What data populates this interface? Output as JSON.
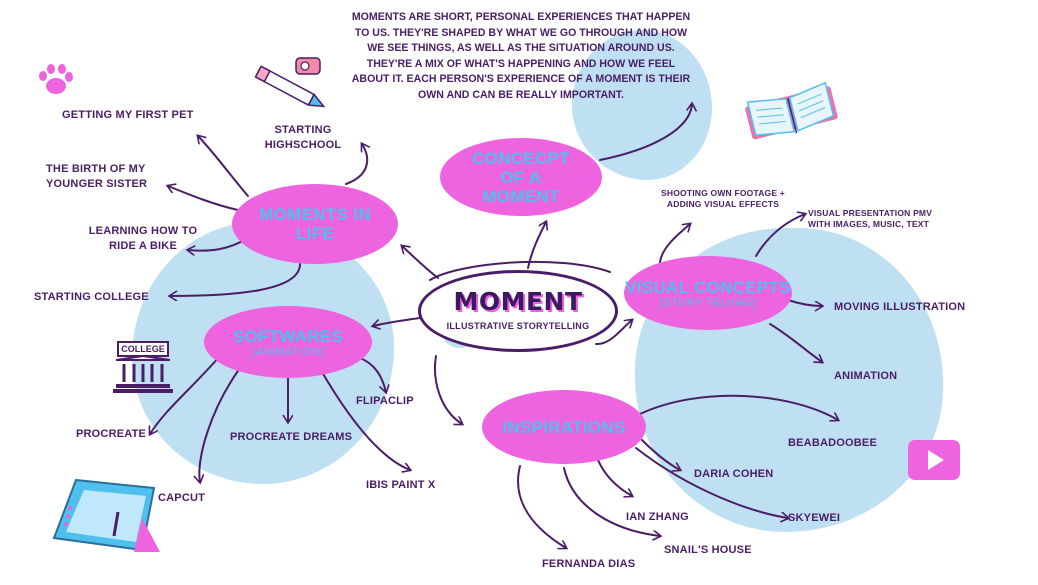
{
  "center": {
    "title": "MOMENT",
    "subtitle": "ILLUSTRATIVE STORYTELLING"
  },
  "intro_text": "MOMENTS ARE SHORT, PERSONAL EXPERIENCES THAT HAPPEN TO US. THEY'RE SHAPED BY WHAT WE GO THROUGH AND HOW WE SEE THINGS, AS WELL AS THE SITUATION AROUND US. THEY'RE A MIX OF WHAT'S HAPPENING AND HOW WE FEEL ABOUT IT. EACH PERSON'S EXPERIENCE OF A MOMENT IS THEIR OWN AND CAN BE REALLY IMPORTANT.",
  "nodes": {
    "concept": {
      "title": "CONCECPT OF A MOMENT"
    },
    "moments_in_life": {
      "title": "MOMENTS IN LIFE"
    },
    "softwares": {
      "title": "SOFTWARES",
      "subtitle": "[ANIMATION]"
    },
    "visual_concepts": {
      "title": "VISUAL CONCEPTS",
      "subtitle": "[STORY TELIING]"
    },
    "inspirations": {
      "title": "INSPIRATIONS"
    }
  },
  "moments_in_life": [
    "GETTING MY FIRST PET",
    "THE BIRTH OF MY YOUNGER SISTER",
    "LEARNING HOW TO RIDE A BIKE",
    "STARTING COLLEGE",
    "STARTING HIGHSCHOOL"
  ],
  "softwares": [
    "PROCREATE",
    "CAPCUT",
    "PROCREATE DREAMS",
    "IBIS PAINT X",
    "FLIPACLIP"
  ],
  "visual_concepts": [
    "SHOOTING OWN FOOTAGE + ADDING VISUAL EFFECTS",
    "VISUAL PRESENTATION PMV WITH IMAGES, MUSIC, TEXT",
    "MOVING ILLUSTRATION",
    "ANIMATION"
  ],
  "inspirations": [
    "BEABADOOBEE",
    "DARIA COHEN",
    "SKYEWEI",
    "IAN ZHANG",
    "SNAIL'S HOUSE",
    "FERNANDA DIAS"
  ],
  "icons": {
    "college_sign": "COLLEGE",
    "list": [
      "paw-icon",
      "pencil-icon",
      "sharpener-icon",
      "open-book-icon",
      "college-building-icon",
      "drawing-tablet-icon",
      "play-button-icon"
    ]
  },
  "colors": {
    "node_fill": "#ee63e0",
    "node_text": "#4fc0ee",
    "text": "#4a1d66",
    "blob": "#bfe0f2",
    "line": "#4a1d66"
  }
}
